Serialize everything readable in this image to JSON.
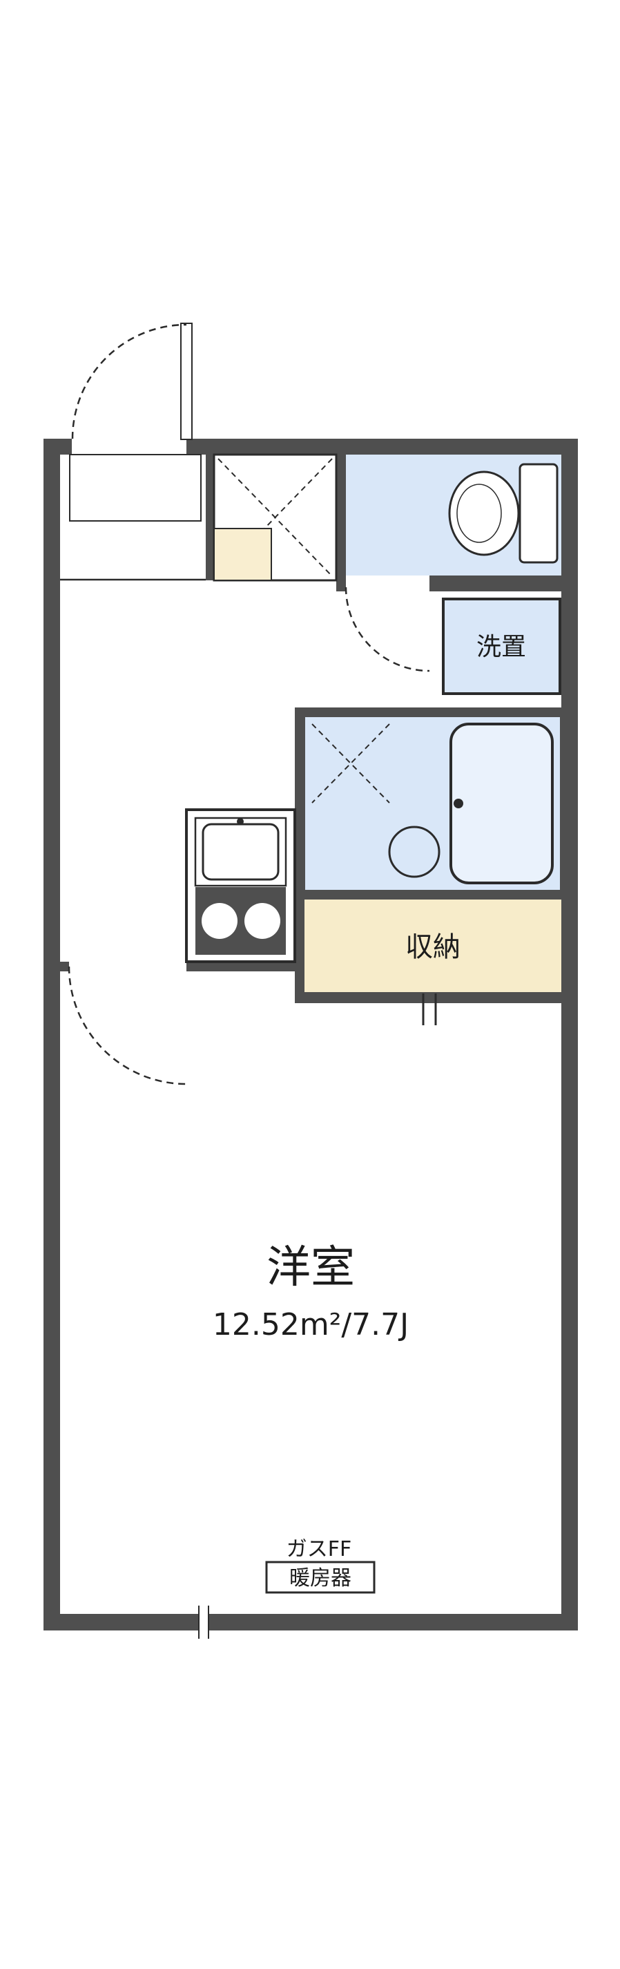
{
  "labels": {
    "washer": "洗置",
    "storage": "収納",
    "room_name": "洋室",
    "room_area": "12.52m²/7.7J",
    "heater_line1": "ガスFF",
    "heater_line2": "暖房器"
  },
  "colors": {
    "wall": "#4f4f4f",
    "line": "#2b2b2b",
    "water": "#d9e7f8",
    "tub": "#eaf2fc",
    "storage": "#f7ecca",
    "cabinet": "#f9eed0",
    "text": "#1c1c1c"
  }
}
